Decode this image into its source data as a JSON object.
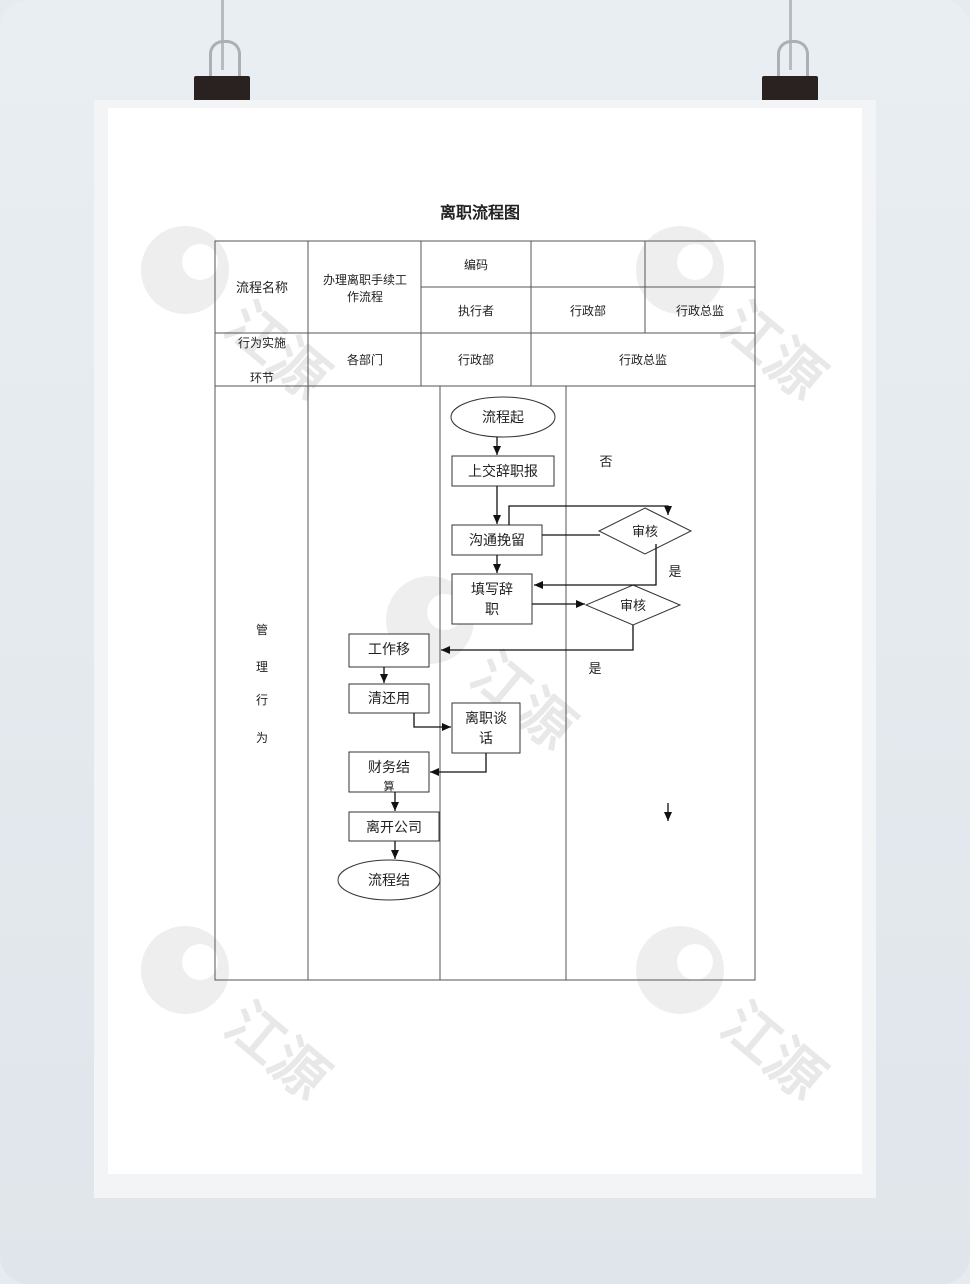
{
  "doc": {
    "title": "离职流程图",
    "watermark": "江源"
  },
  "header": {
    "process_name_label": "流程名称",
    "process_name_value": "办理离职手续工作流程",
    "code_label": "编码",
    "code_value": "",
    "executor_label": "执行者",
    "executor_dept": "行政部",
    "executor_head": "行政总监",
    "stage_label": "行为实施环节",
    "stage_dept_all": "各部门",
    "stage_admin": "行政部",
    "stage_head": "行政总监"
  },
  "lane": {
    "label": "管理行为"
  },
  "flow": {
    "start": "流程起",
    "submit": "上交辞职报",
    "communicate": "沟通挽留",
    "review1": "审核",
    "no": "否",
    "yes1": "是",
    "fill": "填写辞职",
    "review2": "审核",
    "yes2": "是",
    "handover": "工作移",
    "return": "清还用",
    "interview": "离职谈话",
    "finance": "财务结算",
    "leave": "离开公司",
    "end": "流程结"
  }
}
